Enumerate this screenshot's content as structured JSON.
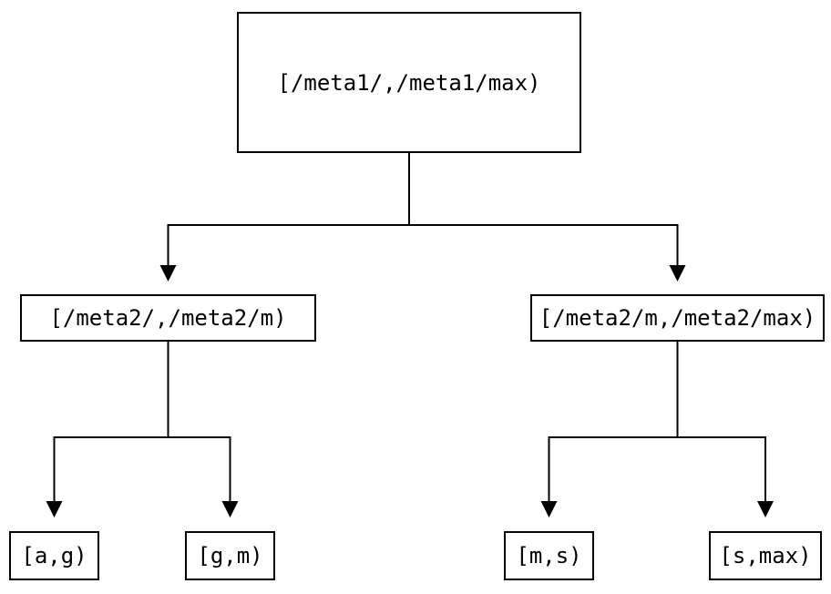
{
  "diagram": {
    "type": "range-partition-tree",
    "colors": {
      "background": "#ffffff",
      "node_border": "#000000",
      "edge": "#000000",
      "text": "#000000"
    },
    "nodes": {
      "root": {
        "label": "[/meta1/,/meta1/max)"
      },
      "mid_left": {
        "label": "[/meta2/,/meta2/m)"
      },
      "mid_right": {
        "label": "[/meta2/m,/meta2/max)"
      },
      "leaf_ag": {
        "label": "[a,g)"
      },
      "leaf_gm": {
        "label": "[g,m)"
      },
      "leaf_ms": {
        "label": "[m,s)"
      },
      "leaf_smax": {
        "label": "[s,max)"
      }
    },
    "edges": [
      {
        "from": "root",
        "to": "mid_left"
      },
      {
        "from": "root",
        "to": "mid_right"
      },
      {
        "from": "mid_left",
        "to": "leaf_ag"
      },
      {
        "from": "mid_left",
        "to": "leaf_gm"
      },
      {
        "from": "mid_right",
        "to": "leaf_ms"
      },
      {
        "from": "mid_right",
        "to": "leaf_smax"
      }
    ]
  }
}
